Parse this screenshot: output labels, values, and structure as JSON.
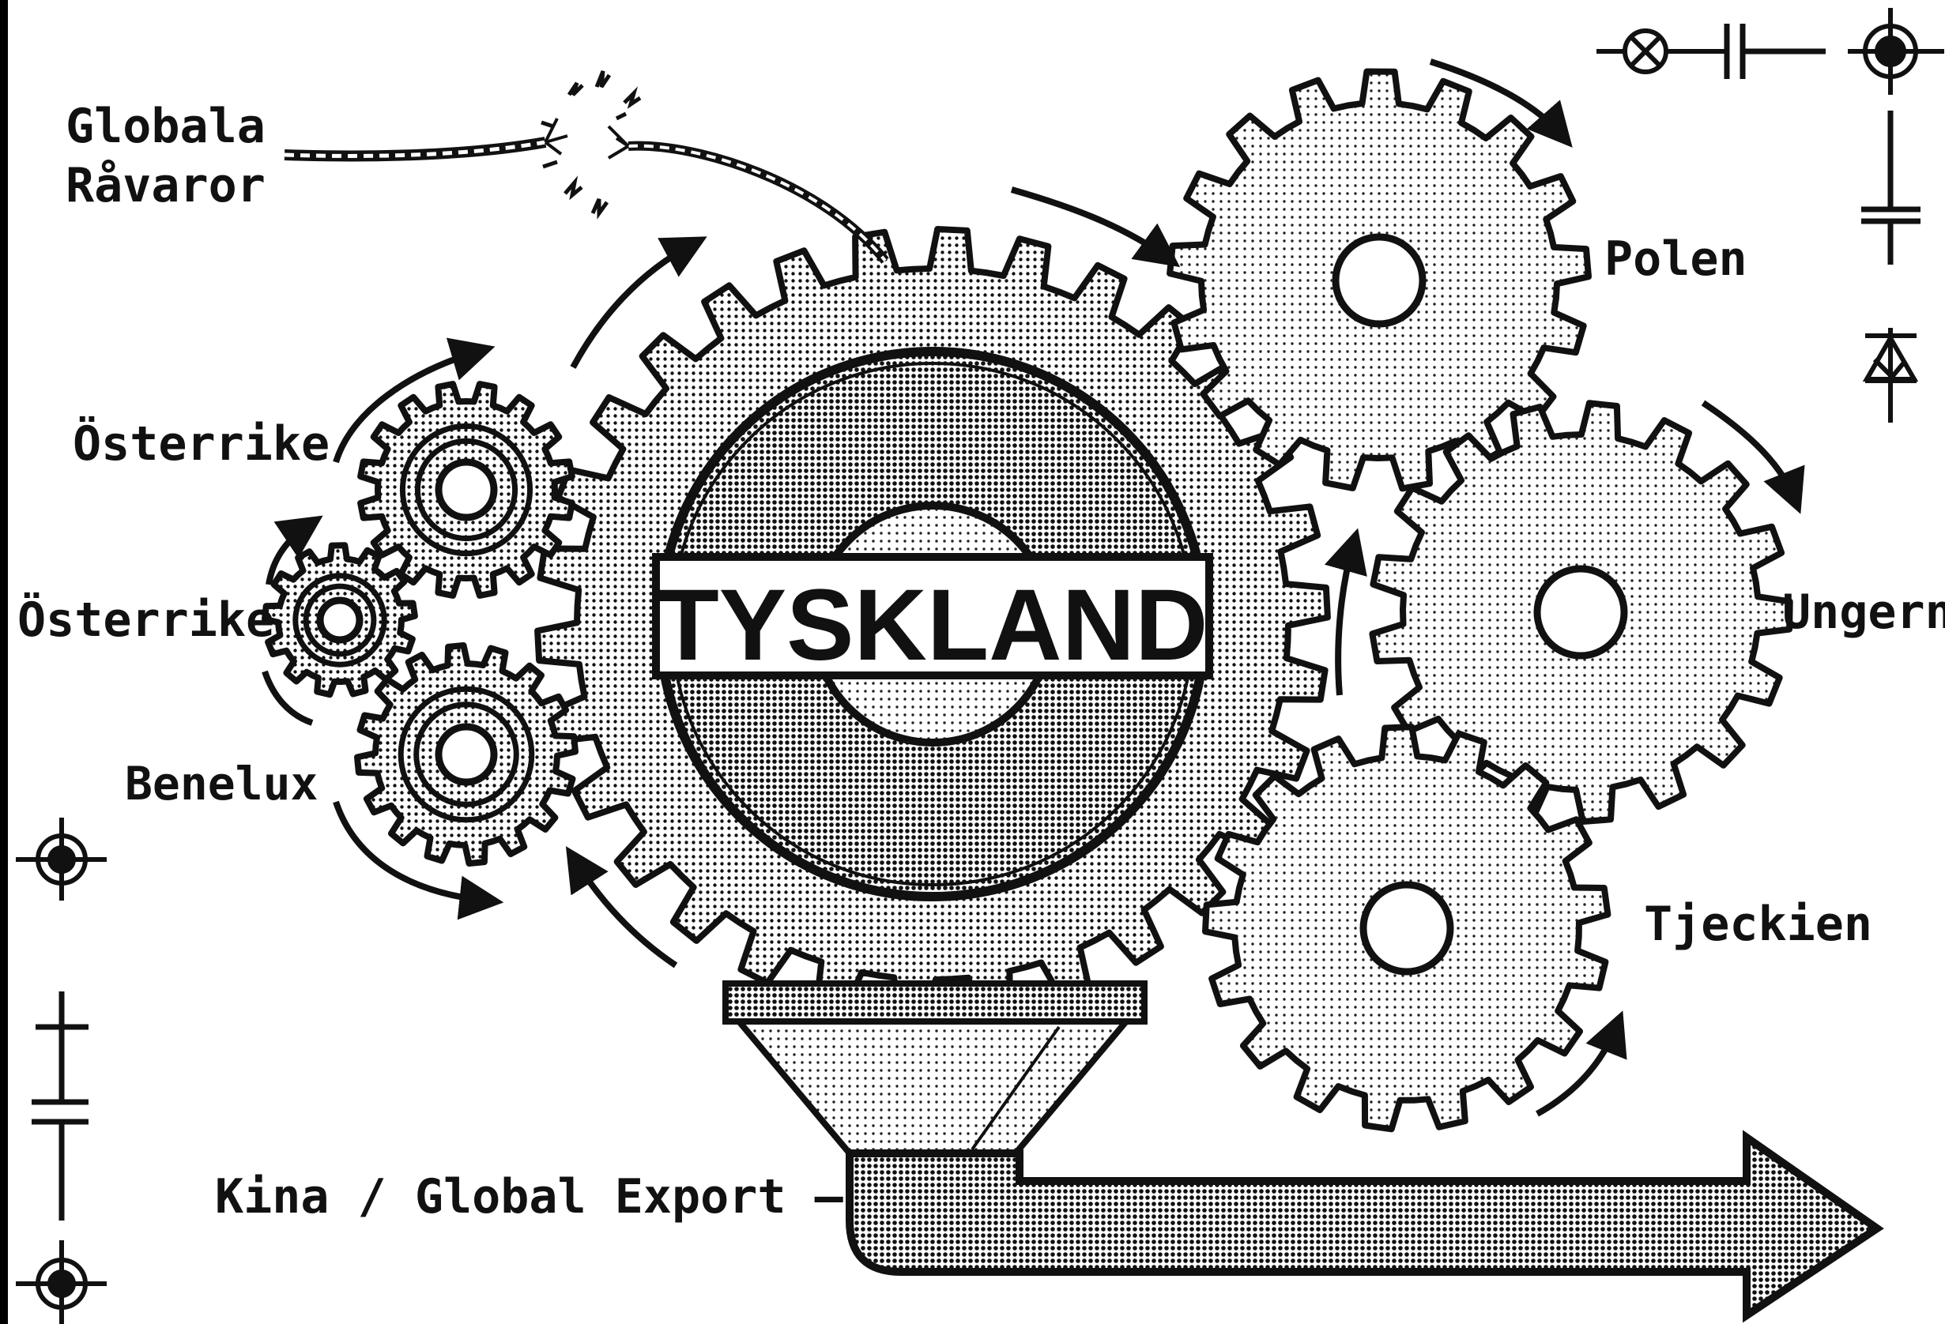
{
  "diagram": {
    "center_label": "TYSKLAND",
    "labels": {
      "raw_materials_line1": "Globala",
      "raw_materials_line2": "Råvaror",
      "austria_upper": "Österrike",
      "austria_lower": "Österrike",
      "benelux": "Benelux",
      "poland": "Polen",
      "hungary": "Ungern",
      "czechia": "Tjeckien",
      "export": "Kina / Global Export —"
    },
    "icons": [
      "lamp-symbol-icon",
      "capacitor-symbol-icon",
      "target-symbol-icon",
      "diode-symbol-icon",
      "frayed-wire-icon",
      "spark-icon",
      "export-arrow-icon",
      "funnel-icon"
    ],
    "colors": {
      "paper": "#ffffff",
      "ink": "#111111",
      "frame": "#000000"
    }
  }
}
